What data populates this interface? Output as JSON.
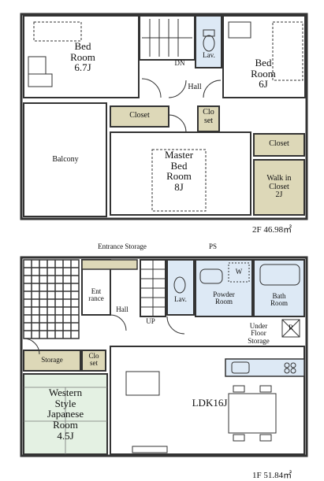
{
  "floor2": {
    "area_label": "2F 46.98㎡",
    "rooms": {
      "bed_left": "Bed\nRoom\n6.7J",
      "bed_right": "Bed\nRoom\n6J",
      "master": "Master\nBed\nRoom\n8J",
      "balcony": "Balcony",
      "closet_a": "Closet",
      "closet_b": "Clo\nset",
      "closet_c": "Closet",
      "walkin": "Walk in\nCloset\n2J",
      "lav": "Lav.",
      "hall": "Hall",
      "dn": "DN"
    }
  },
  "floor1": {
    "area_label": "1F 51.84㎡",
    "rooms": {
      "entrance_storage": "Entrance Storage",
      "ps": "PS",
      "entrance": "Ent\nrance",
      "hall": "Hall",
      "up": "UP",
      "lav": "Lav.",
      "powder": "Powder\nRoom",
      "bath": "Bath\nRoom",
      "w": "W",
      "r": "R",
      "underfloor": "Under\nFloor\nStorage",
      "storage": "Storage",
      "closet": "Clo\nset",
      "japanese": "Western\nStyle\nJapanese\nRoom\n4.5J",
      "ldk": "LDK16J"
    }
  },
  "colors": {
    "wall": "#3a3a3a",
    "storage_fill": "#ddd8b8",
    "wet_fill": "#dde9f5",
    "tatami_fill": "#e4f1e3",
    "walkin_fill": "#ddd8b8"
  }
}
